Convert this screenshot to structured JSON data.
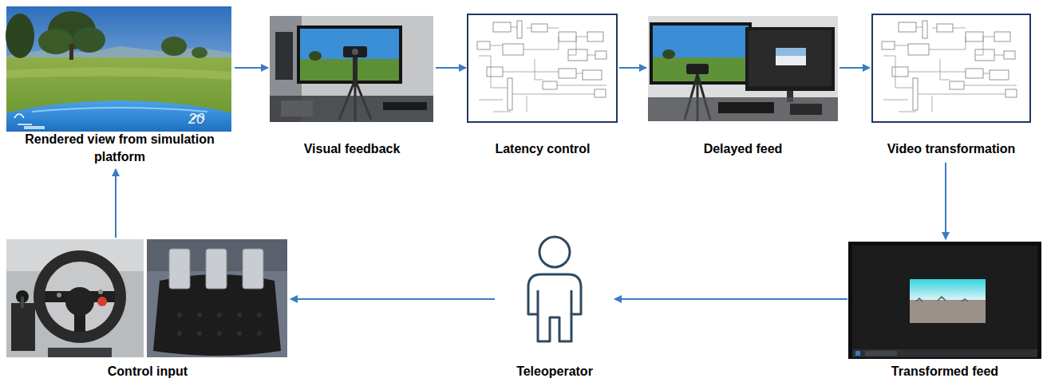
{
  "diagram": {
    "nodes": [
      {
        "text": [
          "Rendered view from simulation platform"
        ]
      },
      {
        "text": [
          "Visual feedback"
        ]
      },
      {
        "text": [
          "Latency control"
        ]
      },
      {
        "text": [
          "Delayed feed"
        ]
      },
      {
        "text": [
          "Video transformation"
        ]
      },
      {
        "text": [
          "Transformed feed"
        ]
      },
      {
        "text": [
          "Teleoperator"
        ]
      },
      {
        "text": [
          "Control input"
        ]
      }
    ],
    "edges": [
      {
        "from": 0,
        "to": 1,
        "arrow": "to"
      },
      {
        "from": 1,
        "to": 2,
        "arrow": "to"
      },
      {
        "from": 2,
        "to": 3,
        "arrow": "to"
      },
      {
        "from": 3,
        "to": 4,
        "arrow": "to"
      },
      {
        "from": 4,
        "to": 5,
        "arrow": "to"
      },
      {
        "from": 5,
        "to": 6,
        "arrow": "to"
      },
      {
        "from": 6,
        "to": 7,
        "arrow": "to"
      },
      {
        "from": 7,
        "to": 0,
        "arrow": "to"
      }
    ],
    "labels": [
      "20"
    ]
  }
}
